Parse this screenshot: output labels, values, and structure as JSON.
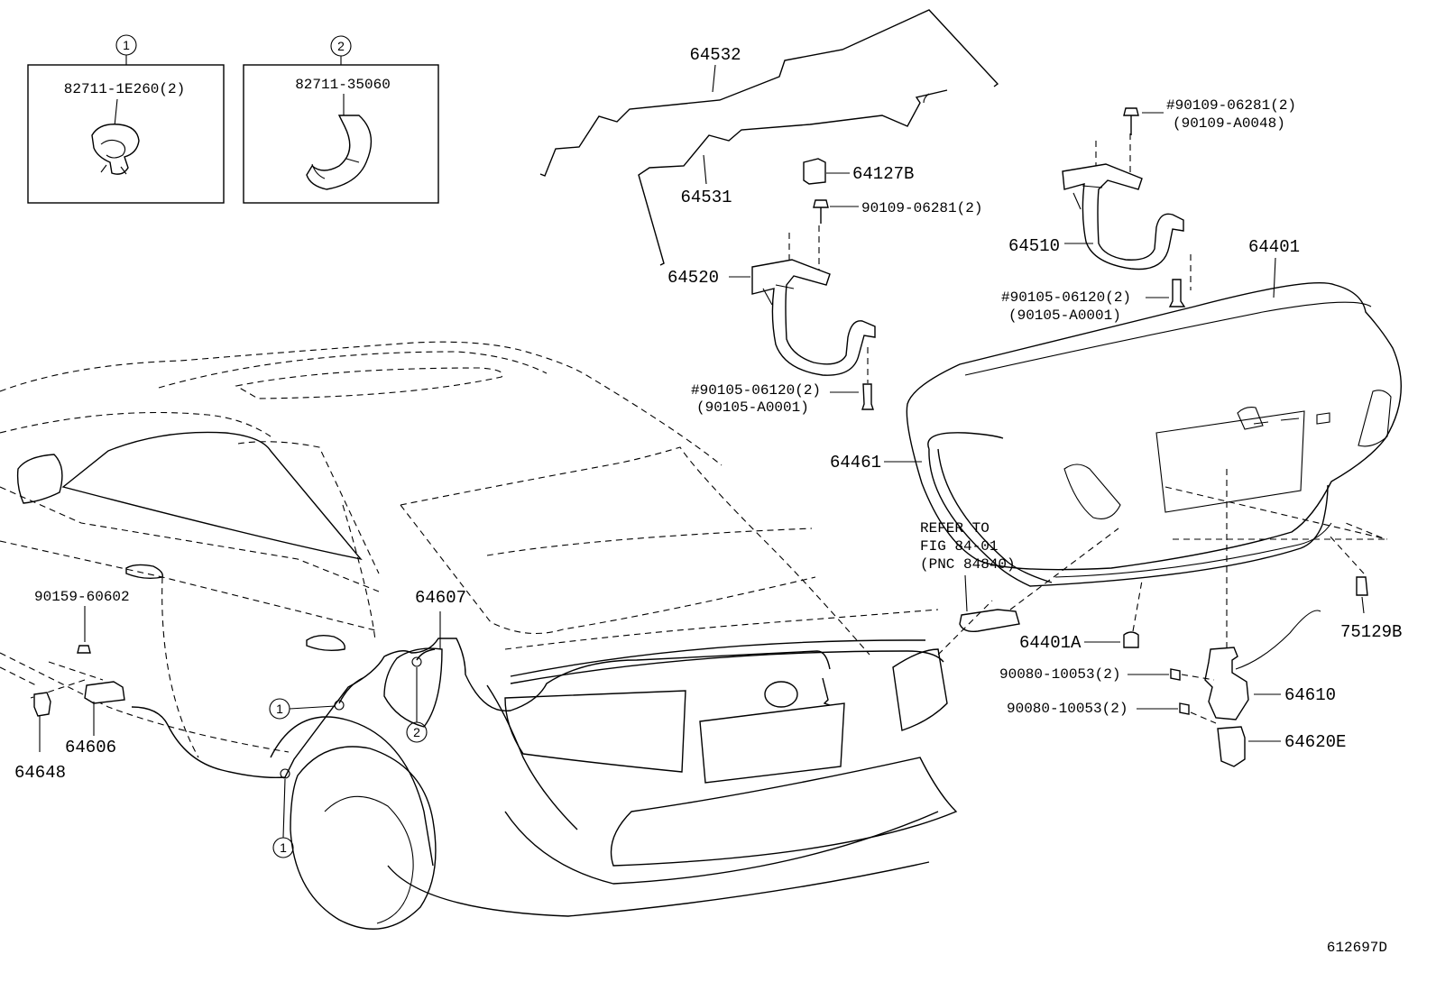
{
  "callouts": {
    "clip1": {
      "number": "1",
      "part": "82711-1E260(2)"
    },
    "clip2": {
      "number": "2",
      "part": "82711-35060"
    }
  },
  "labels": {
    "p64532": "64532",
    "p64531": "64531",
    "p64127B": "64127B",
    "p90109_a": "90109-06281(2)",
    "p64520": "64520",
    "p90105_a1": "#90105-06120(2)",
    "p90105_a2": "(90105-A0001)",
    "p90109_b1": "#90109-06281(2)",
    "p90109_b2": "(90109-A0048)",
    "p64510": "64510",
    "p64401": "64401",
    "p90105_b1": "#90105-06120(2)",
    "p90105_b2": "(90105-A0001)",
    "p64461": "64461",
    "refer1": "REFER TO",
    "refer2": "FIG 84-01",
    "refer3": "(PNC 84840)",
    "p64401A": "64401A",
    "p75129B": "75129B",
    "p90080_a": "90080-10053(2)",
    "p90080_b": "90080-10053(2)",
    "p64610": "64610",
    "p64620E": "64620E",
    "p90159": "90159-60602",
    "p64607": "64607",
    "p64606": "64606",
    "p64648": "64648",
    "diagram_id": "612697D"
  }
}
